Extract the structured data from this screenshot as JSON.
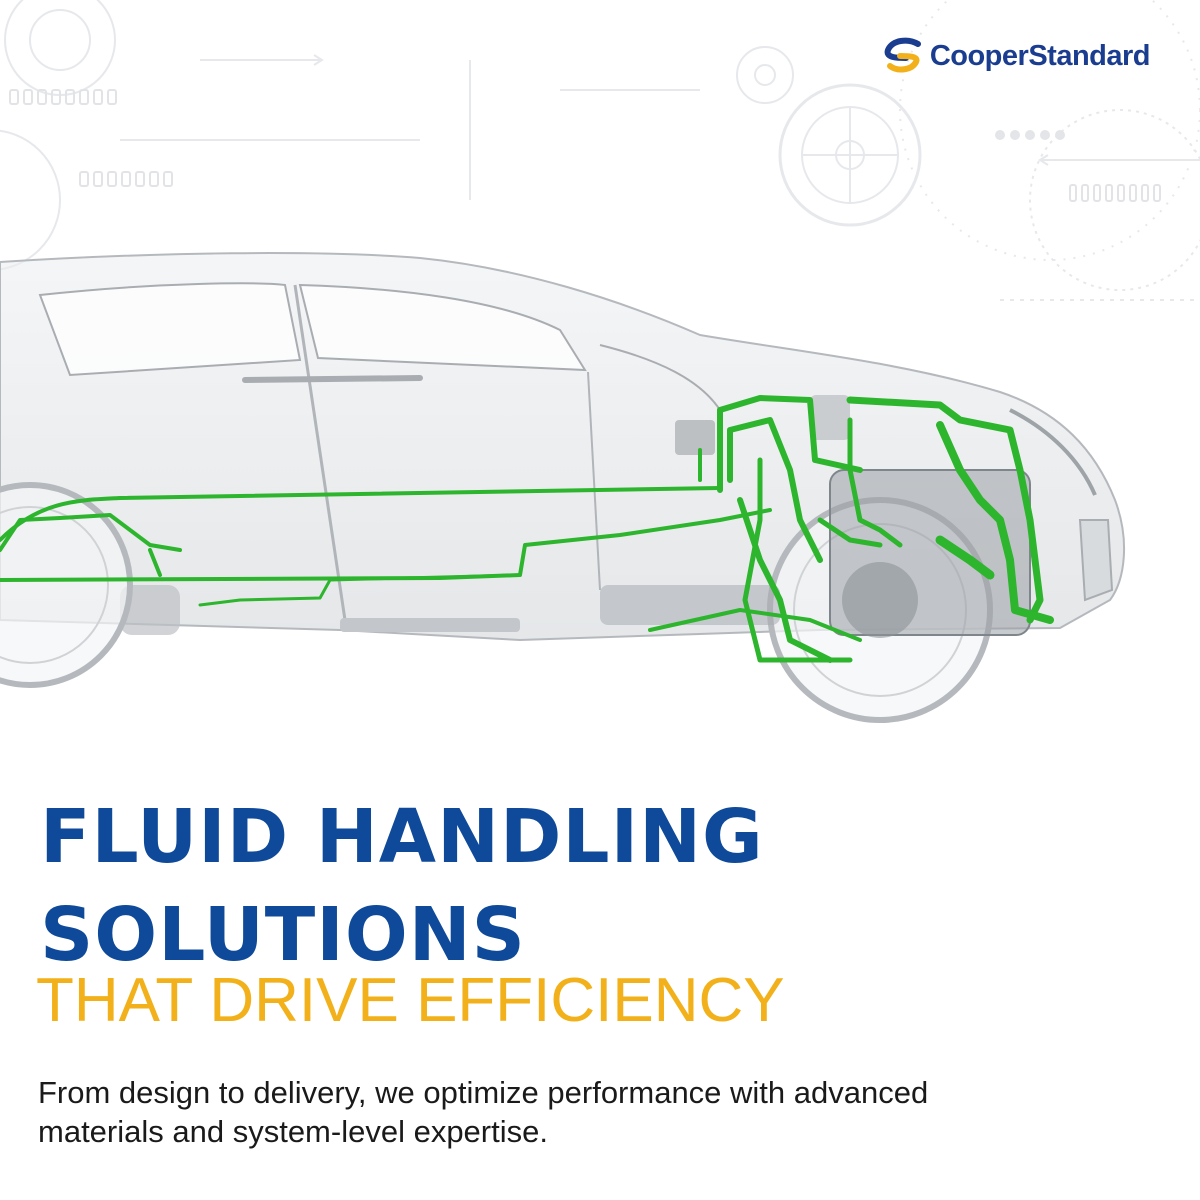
{
  "brand": {
    "logo_text": "CooperStandard",
    "primary_color": "#1a3d8f",
    "swoosh_color": "#f2b11a"
  },
  "hero": {
    "headline_line1": "FLUID HANDLING",
    "headline_line2": "SOLUTIONS",
    "subheadline": "THAT DRIVE EFFICIENCY",
    "body": "From design to delivery, we optimize performance with advanced materials and system-level expertise."
  },
  "illustration": {
    "subject": "transparent-car-with-fluid-lines",
    "fluid_line_color": "#2db52d"
  },
  "colors": {
    "headline": "#0f4a9a",
    "subheadline": "#f2b11a",
    "body_text": "#1a1a1a",
    "background": "#ffffff"
  }
}
